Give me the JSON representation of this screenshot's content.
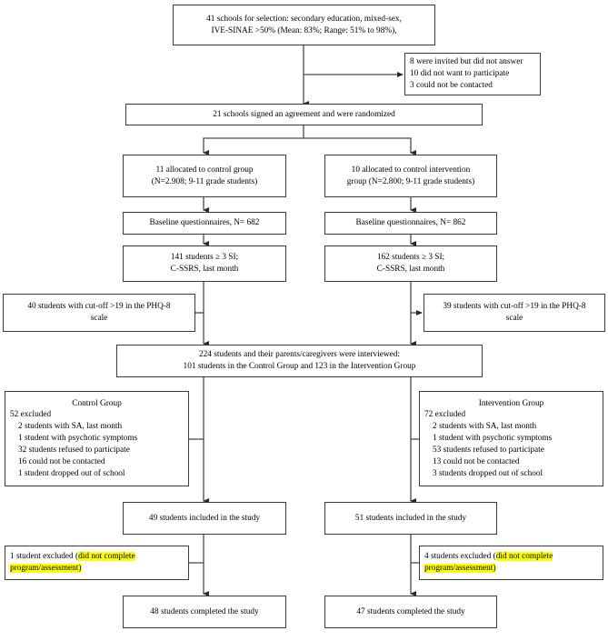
{
  "diagram": {
    "title": "CONSORT-style participant flow diagram",
    "highlight_color": "#ffff00",
    "line_color": "#3a3a3a"
  },
  "nodes": {
    "schools_selection": {
      "lines": [
        "41 schools for selection: secondary education, mixed-sex,",
        "IVE-SINAE >50% (Mean: 83%; Range: 51% to 98%),"
      ]
    },
    "not_enrolled": {
      "lines": [
        "8 were invited but did not answer",
        "10 did not want to participate",
        "3 could not be contacted"
      ]
    },
    "randomized": {
      "lines": [
        "21 schools signed an agreement and were randomized"
      ]
    },
    "control_allocated": {
      "lines": [
        "11 allocated to control group",
        "(N=2.908; 9-11 grade students)"
      ]
    },
    "intervention_allocated": {
      "lines": [
        "10 allocated to control intervention",
        "group (N=2.800; 9-11 grade students)"
      ]
    },
    "control_baseline": {
      "lines": [
        "Baseline questionnaires, N= 682"
      ]
    },
    "intervention_baseline": {
      "lines": [
        "Baseline questionnaires, N= 862"
      ]
    },
    "control_si": {
      "lines": [
        "141 students ≥ 3 SI;",
        "C-SSRS, last month"
      ]
    },
    "intervention_si": {
      "lines": [
        "162 students ≥ 3 SI;",
        "C-SSRS, last month"
      ]
    },
    "control_phq8": {
      "lines": [
        "40 students with cut-off >19 in the PHQ-8",
        "scale"
      ]
    },
    "intervention_phq8": {
      "lines": [
        "39 students with cut-off >19 in the PHQ-8",
        "scale"
      ]
    },
    "interviewed": {
      "lines": [
        "224 students and their parents/caregivers were interviewed:",
        "101 students in the Control Group and 123 in the Intervention Group"
      ]
    },
    "control_excluded": {
      "header": "Control Group",
      "lines": [
        "52 excluded",
        "2 students with SA, last month",
        "1 student with psychotic symptoms",
        "32 students refused to participate",
        "16 could not be contacted",
        "1 student dropped out of school"
      ]
    },
    "intervention_excluded": {
      "header": "Intervention Group",
      "lines": [
        "72 excluded",
        "2 students with SA, last month",
        "1 student with psychotic symptoms",
        "53 students refused to participate",
        "13 could not be contacted",
        "3 students dropped out of school"
      ]
    },
    "control_included": {
      "lines": [
        "49 students included in the study"
      ]
    },
    "intervention_included": {
      "lines": [
        "51 students included in the study"
      ]
    },
    "control_dropout": {
      "prefix": "1 student excluded (",
      "highlight_a": "did not complete",
      "highlight_b": "program/assessment)"
    },
    "intervention_dropout": {
      "prefix": "4 students excluded (",
      "highlight_a": "did not complete",
      "highlight_b": "program/assessment)"
    },
    "control_completed": {
      "lines": [
        "48 students completed the study"
      ]
    },
    "intervention_completed": {
      "lines": [
        "47 students completed the study"
      ]
    }
  }
}
